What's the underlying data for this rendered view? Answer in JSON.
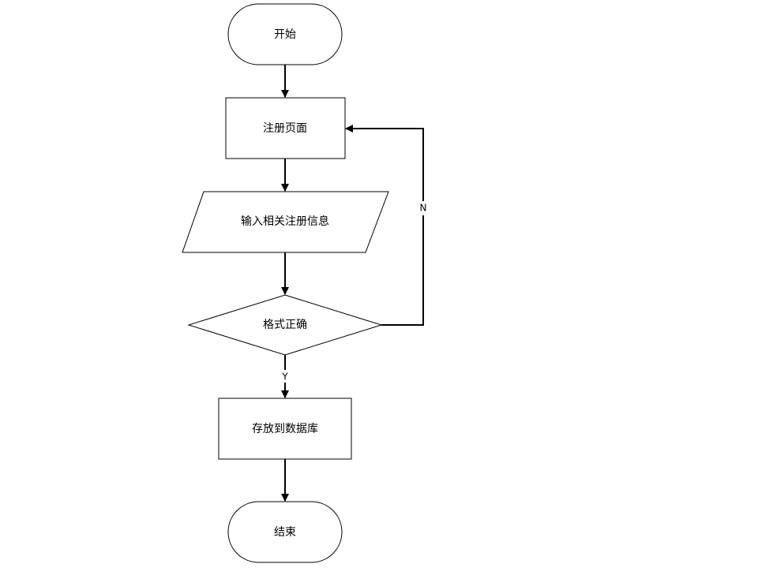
{
  "diagram": {
    "nodes": {
      "start": "开始",
      "register_page": "注册页面",
      "input_info": "输入相关注册信息",
      "format_check": "格式正确",
      "save_db": "存放到数据库",
      "end": "结束"
    },
    "edge_labels": {
      "yes": "Y",
      "no": "N"
    }
  }
}
